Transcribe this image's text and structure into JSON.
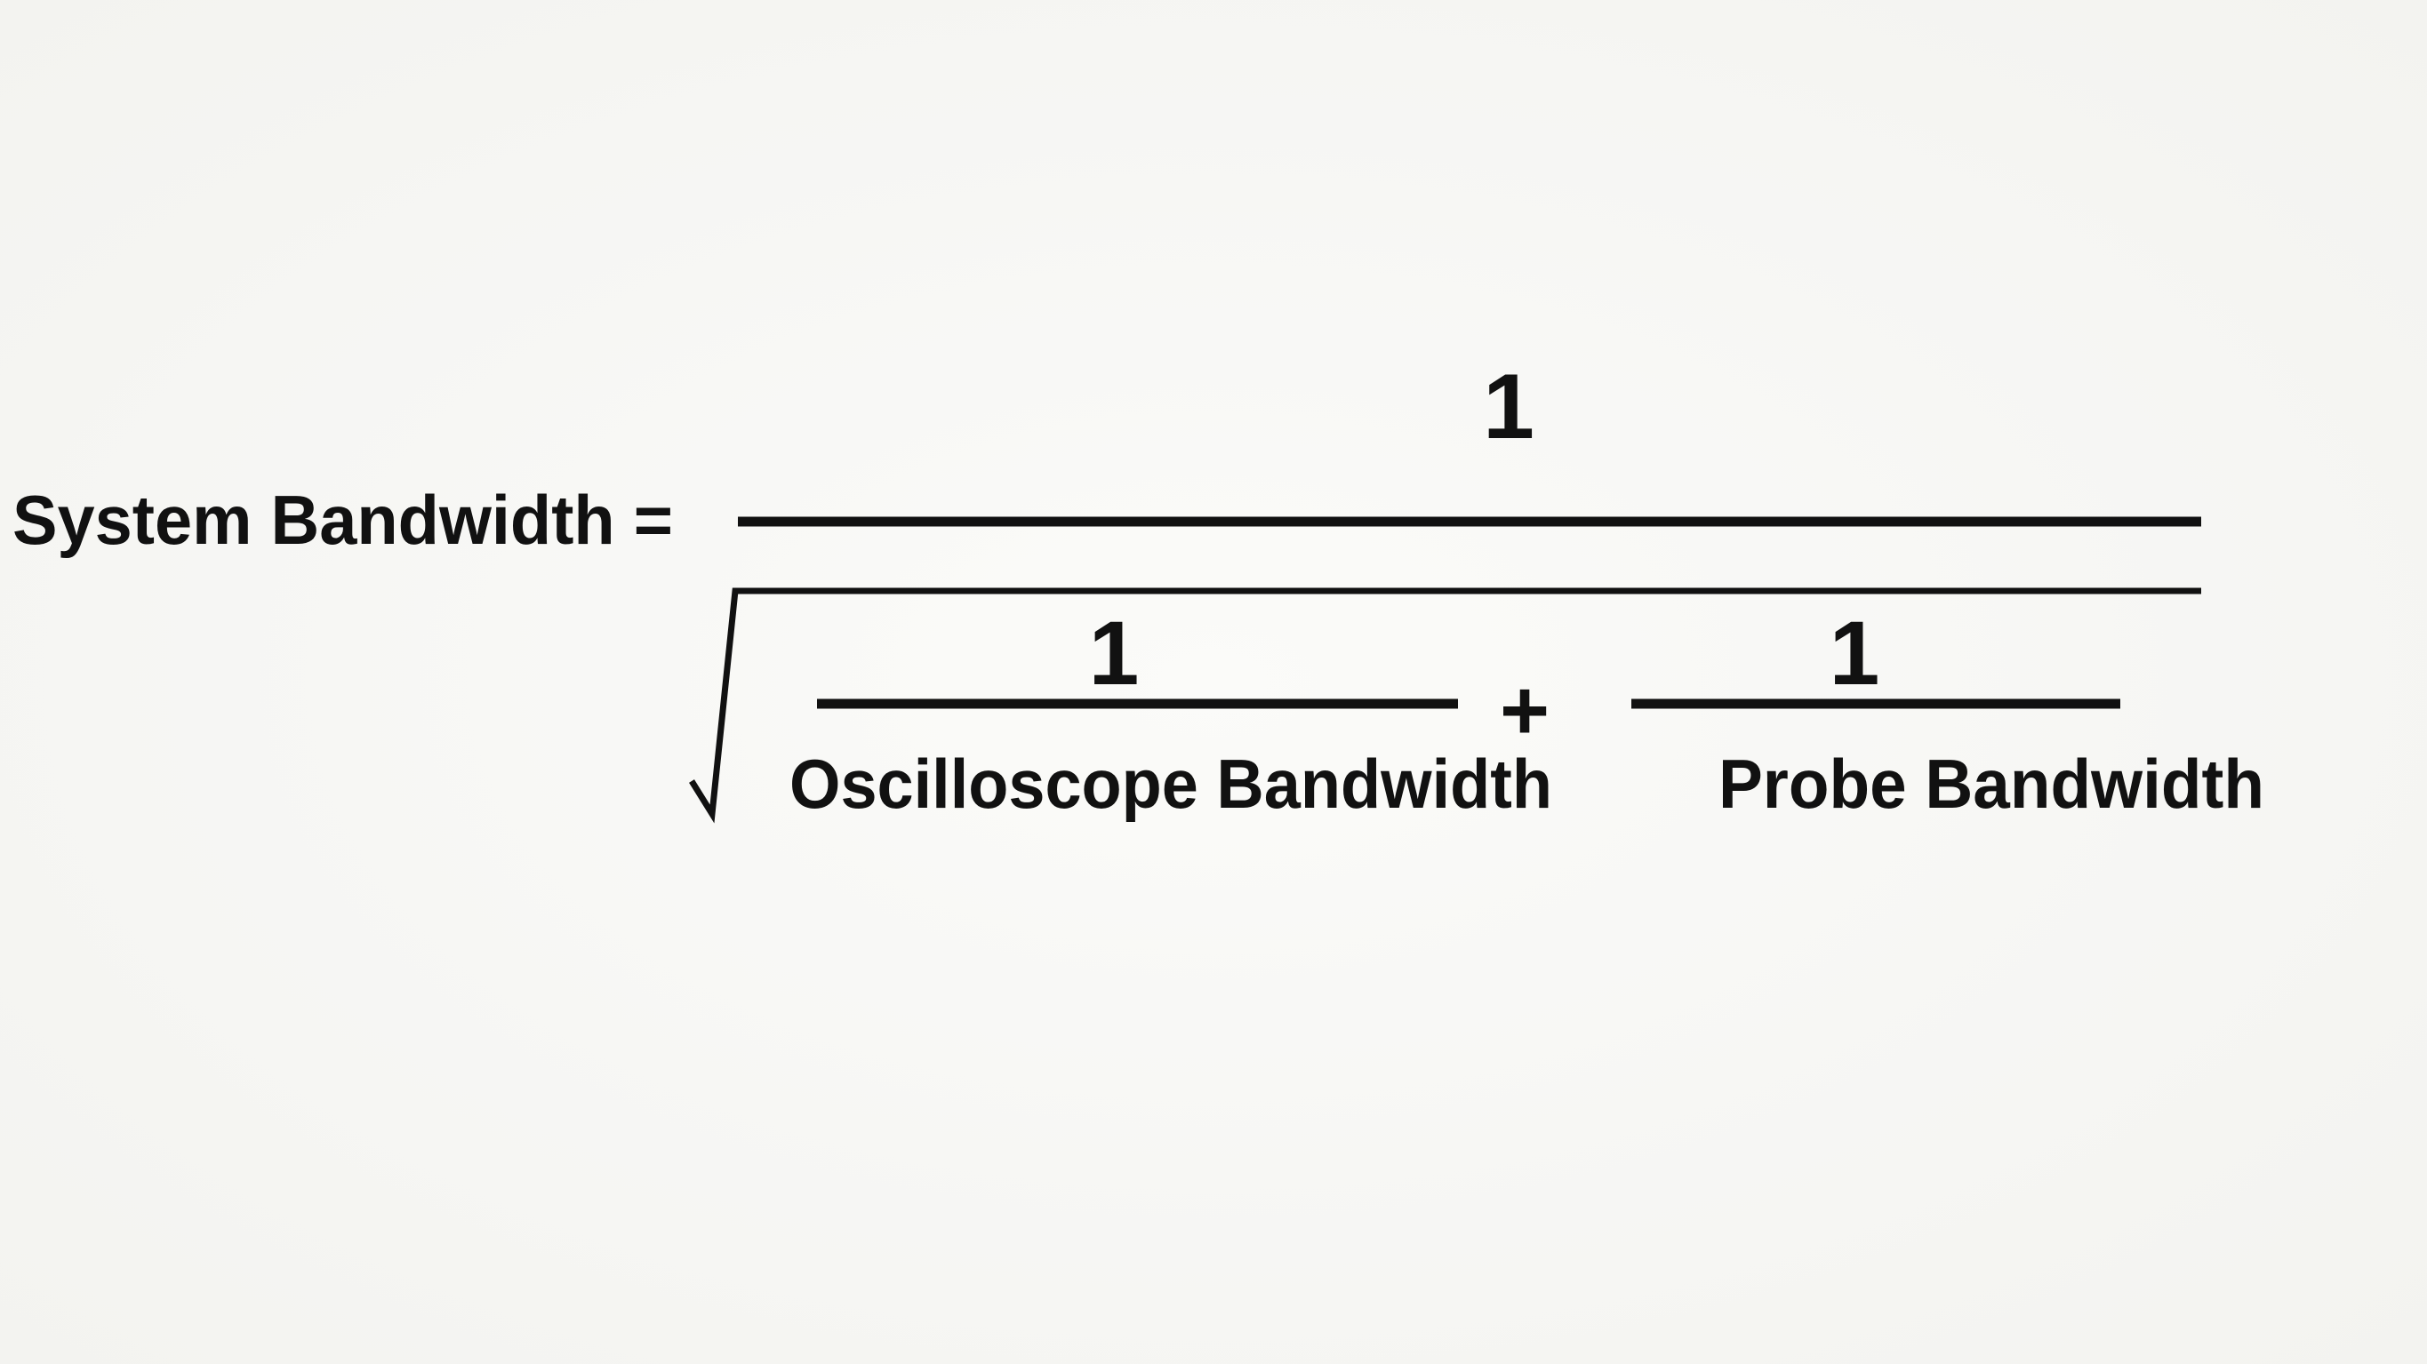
{
  "formula": {
    "lhs_label": "System Bandwidth =",
    "numerator": "1",
    "term1": {
      "numerator": "1",
      "denominator": "Oscilloscope Bandwidth"
    },
    "operator": "+",
    "term2": {
      "numerator": "1",
      "denominator": "Probe Bandwidth"
    }
  },
  "colors": {
    "background": "#f8f8f6",
    "ink": "#111111"
  }
}
